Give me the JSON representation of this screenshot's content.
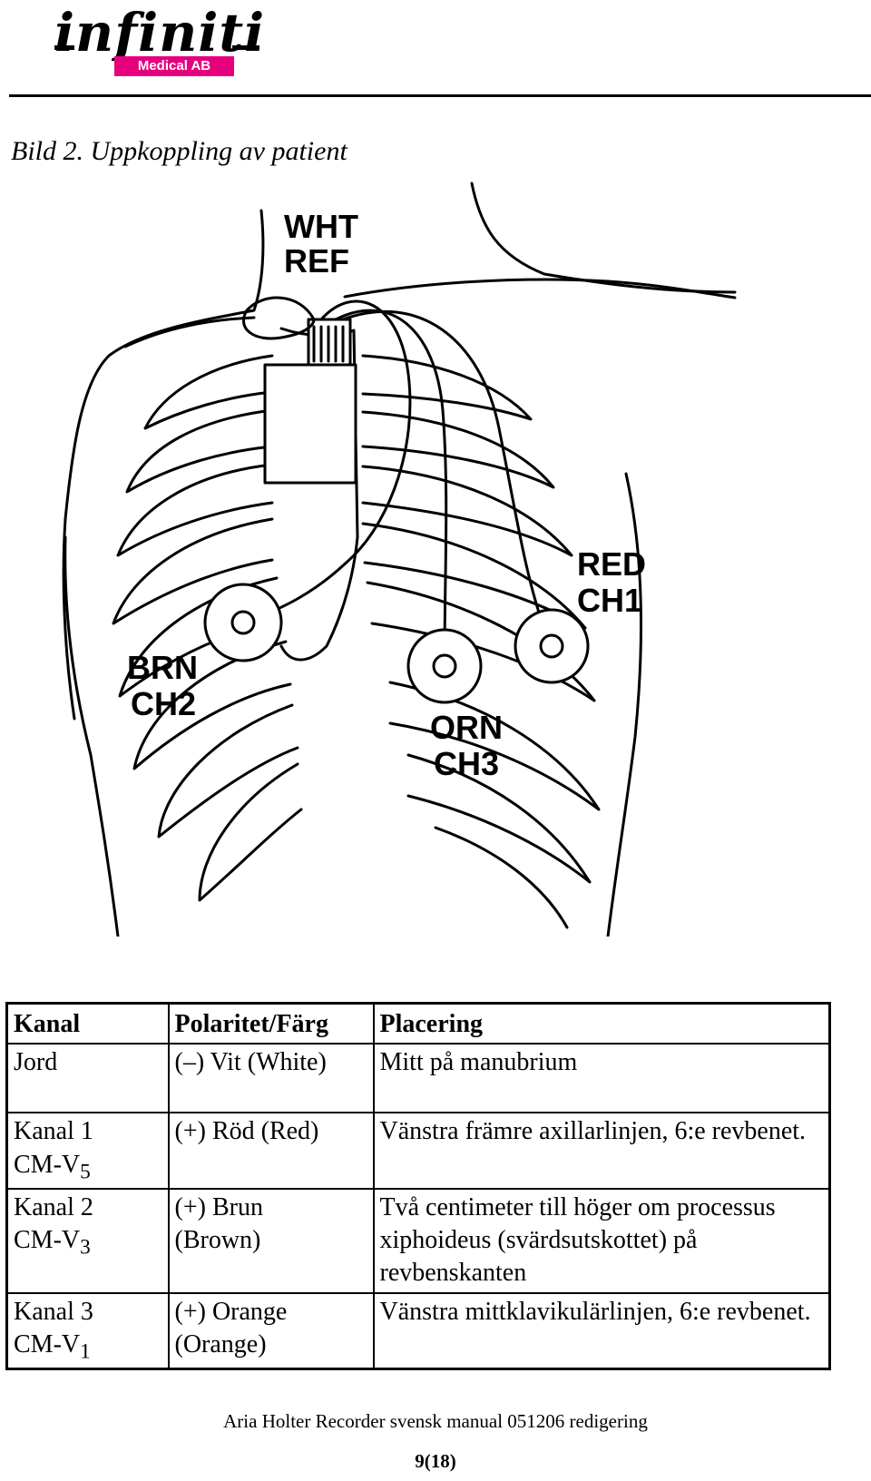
{
  "brand": {
    "logo_text": "infiniti",
    "logo_badge": "Medical AB"
  },
  "caption": "Bild 2. Uppkoppling av patient",
  "diagram": {
    "labels": {
      "wht": "WHT",
      "ref": "REF",
      "red": "RED",
      "ch1": "CH1",
      "brn": "BRN",
      "ch2": "CH2",
      "orn": "ORN",
      "ch3": "CH3"
    }
  },
  "table": {
    "headers": [
      "Kanal",
      "Polaritet/Färg",
      "Placering"
    ],
    "jord": {
      "kanal": "Jord",
      "polaritet": "(–) Vit (White)",
      "placering": "Mitt på manubrium"
    },
    "channels": [
      {
        "kanal": "Kanal 1",
        "lead_prefix": "CM-V",
        "lead_sub": "5",
        "polaritet_line1": "(+) Röd (Red)",
        "polaritet_line2": "",
        "placering": "Vänstra främre axillarlinjen, 6:e revbenet."
      },
      {
        "kanal": "Kanal 2",
        "lead_prefix": "CM-V",
        "lead_sub": "3",
        "polaritet_line1": "(+) Brun",
        "polaritet_line2": "(Brown)",
        "placering": "Två centimeter till höger om processus xiphoideus (svärdsutskottet) på revbenskanten"
      },
      {
        "kanal": "Kanal 3",
        "lead_prefix": "CM-V",
        "lead_sub": "1",
        "polaritet_line1": "(+) Orange",
        "polaritet_line2": "(Orange)",
        "placering": "Vänstra mittklavikulärlinjen, 6:e revbenet."
      }
    ]
  },
  "footer": {
    "text": "Aria Holter Recorder svensk manual 051206 redigering",
    "page": "9(18)"
  }
}
